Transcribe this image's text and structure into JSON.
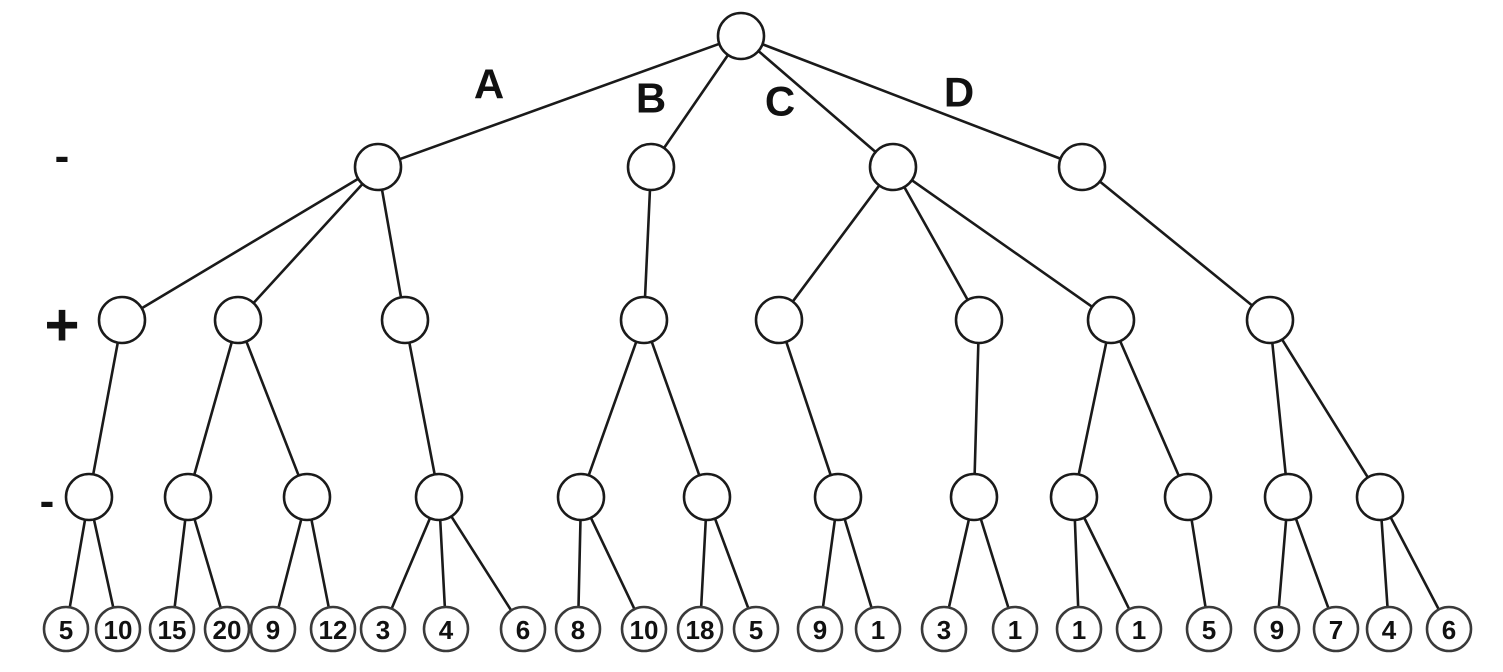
{
  "level_signs": [
    "-",
    "+",
    "-"
  ],
  "branches": [
    {
      "label": "A",
      "children": [
        {
          "children": [
            {
              "leaves": [
                "5",
                "10"
              ]
            }
          ]
        },
        {
          "children": [
            {
              "leaves": [
                "15",
                "20"
              ]
            },
            {
              "leaves": [
                "9",
                "12"
              ]
            }
          ]
        },
        {
          "children": [
            {
              "leaves": [
                "3",
                "4",
                "6"
              ]
            }
          ]
        }
      ]
    },
    {
      "label": "B",
      "children": [
        {
          "children": [
            {
              "leaves": [
                "8",
                "10"
              ]
            },
            {
              "leaves": [
                "18",
                "5"
              ]
            }
          ]
        }
      ]
    },
    {
      "label": "C",
      "children": [
        {
          "children": [
            {
              "leaves": [
                "9",
                "1"
              ]
            }
          ]
        },
        {
          "children": [
            {
              "leaves": [
                "3",
                "1"
              ]
            }
          ]
        },
        {
          "children": [
            {
              "leaves": [
                "1",
                "1"
              ]
            },
            {
              "leaves": [
                "5"
              ]
            }
          ]
        }
      ]
    },
    {
      "label": "D",
      "children": [
        {
          "children": [
            {
              "leaves": [
                "9",
                "7"
              ]
            },
            {
              "leaves": [
                "4",
                "6"
              ]
            }
          ]
        }
      ]
    }
  ]
}
